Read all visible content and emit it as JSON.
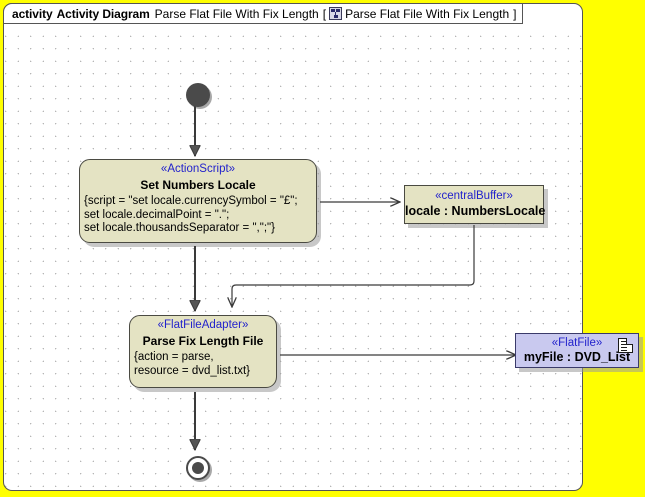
{
  "page": {
    "background_color": "#ffff00",
    "canvas_color": "#ffffff"
  },
  "title_bar": {
    "keyword": "activity",
    "diagram_type": "Activity Diagram",
    "diagram_name": "Parse Flat File With Fix Length",
    "bracket_open": "[",
    "icon": "activity-diagram-icon",
    "qualified_name": "Parse Flat File With Fix Length",
    "bracket_close": "]"
  },
  "colors": {
    "action_fill": "#e4e3c3",
    "action_border": "#4a4a42",
    "stereotype_text": "#2222cc",
    "file_fill": "#c9c9ef",
    "file_border": "#3a3a6a",
    "control_node": "#4a4a4a",
    "edge": "#3a3a3a"
  },
  "nodes": {
    "start": {
      "name": "initial-node",
      "type": "initial"
    },
    "set_numbers_locale": {
      "type": "action",
      "stereotype": "«ActionScript»",
      "name": "Set Numbers Locale",
      "body": [
        "{script = \"set locale.currencySymbol = \"£\";",
        "set locale.decimalPoint = \".\";",
        "set locale.thousandsSeparator = \",\";\"}"
      ]
    },
    "locale_buffer": {
      "type": "central-buffer",
      "stereotype": "«centralBuffer»",
      "name": "locale : NumbersLocale"
    },
    "parse_fix_length_file": {
      "type": "action",
      "stereotype": "«FlatFileAdapter»",
      "name": "Parse Fix Length File",
      "body": [
        "{action = parse,",
        "resource = dvd_list.txt}"
      ]
    },
    "my_file": {
      "type": "object",
      "stereotype": "«FlatFile»",
      "name": "myFile : DVD_List",
      "icon": "document-icon"
    },
    "end": {
      "name": "activity-final-node",
      "type": "final"
    }
  },
  "edges": [
    {
      "from": "start",
      "to": "set_numbers_locale"
    },
    {
      "from": "set_numbers_locale",
      "to": "locale_buffer"
    },
    {
      "from": "set_numbers_locale",
      "to": "parse_fix_length_file"
    },
    {
      "from": "locale_buffer",
      "to": "parse_fix_length_file"
    },
    {
      "from": "parse_fix_length_file",
      "to": "my_file"
    },
    {
      "from": "parse_fix_length_file",
      "to": "end"
    }
  ]
}
